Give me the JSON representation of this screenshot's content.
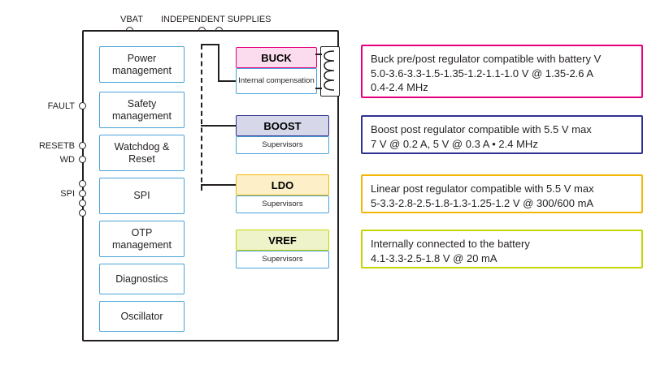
{
  "diagram": {
    "top_labels": [
      {
        "text": "VBAT"
      },
      {
        "text": "INDEPENDENT SUPPLIES"
      }
    ],
    "left_pins": [
      {
        "label": "FAULT"
      },
      {
        "label": "RESETB"
      },
      {
        "label": "WD"
      },
      {
        "label": "SPI"
      }
    ],
    "core_blocks": [
      {
        "line1": "Power",
        "line2": "management"
      },
      {
        "line1": "Safety",
        "line2": "management"
      },
      {
        "line1": "Watchdog &",
        "line2": "Reset"
      },
      {
        "line1": "SPI",
        "line2": ""
      },
      {
        "line1": "OTP",
        "line2": "management"
      },
      {
        "line1": "Diagnostics",
        "line2": ""
      },
      {
        "line1": "Oscillator",
        "line2": ""
      }
    ],
    "regulators": [
      {
        "name": "BUCK",
        "border": "#e6007e",
        "fill": "#fbdcee",
        "sub": "Internal compensation",
        "sub_border": "#4aa3d8"
      },
      {
        "name": "BOOST",
        "border": "#2e3192",
        "fill": "#d6d7e8",
        "sub": "Supervisors",
        "sub_border": "#4aa3d8"
      },
      {
        "name": "LDO",
        "border": "#f2b705",
        "fill": "#fdf0c8",
        "sub": "Supervisors",
        "sub_border": "#4aa3d8"
      },
      {
        "name": "VREF",
        "border": "#c3d600",
        "fill": "#eef3c9",
        "sub": "Supervisors",
        "sub_border": "#4aa3d8"
      }
    ],
    "callouts": [
      {
        "border": "#e6007e",
        "lines": [
          "Buck pre/post regulator compatible with battery V",
          "5.0-3.6-3.3-1.5-1.35-1.2-1.1-1.0 V @ 1.35-2.6 A",
          "0.4-2.4 MHz"
        ]
      },
      {
        "border": "#2e3192",
        "lines": [
          "Boost post regulator compatible with 5.5 V max",
          "7 V @ 0.2 A, 5 V @ 0.3 A • 2.4 MHz"
        ]
      },
      {
        "border": "#f2b705",
        "lines": [
          "Linear post regulator compatible with 5.5 V max",
          "5-3.3-2.8-2.5-1.8-1.3-1.25-1.2 V @ 300/600 mA"
        ]
      },
      {
        "border": "#c3d600",
        "lines": [
          "Internally connected to the battery",
          "4.1-3.3-2.5-1.8 V @ 20 mA"
        ]
      }
    ]
  }
}
